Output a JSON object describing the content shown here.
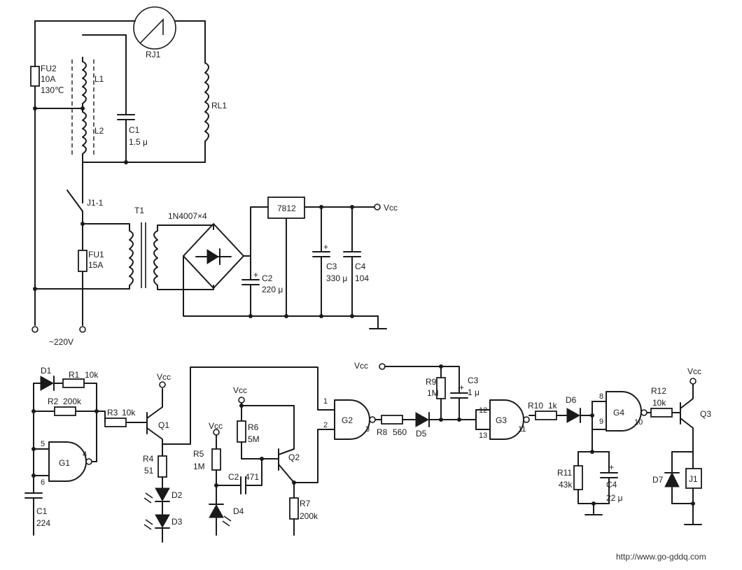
{
  "labels": {
    "RJ1": "RJ1",
    "FU2": "FU2",
    "FU2_rating": "10A",
    "FU2_temp": "130℃",
    "L1": "L1",
    "L2": "L2",
    "C1_top": "C1",
    "C1_top_val": "1.5 μ",
    "RL1": "RL1",
    "J1_1": "J1-1",
    "T1": "T1",
    "bridge": "1N4007×4",
    "reg": "7812",
    "vcc_top": "Vcc",
    "FU1": "FU1",
    "FU1_rating": "15A",
    "C2_top": "C2",
    "C2_top_val": "220 μ",
    "C3_top": "C3",
    "C3_top_val": "330 μ",
    "C4_top": "C4",
    "C4_top_val": "104",
    "mains": "~220V",
    "D1": "D1",
    "R1": "R1",
    "R1_val": "10k",
    "R2": "R2",
    "R2_val": "200k",
    "R3": "R3",
    "R3_val": "10k",
    "G1": "G1",
    "G1_pin5": "5",
    "G1_pin6": "6",
    "G1_pin4": "4",
    "C1": "C1",
    "C1_val": "224",
    "Q1": "Q1",
    "vcc_q1": "Vcc",
    "R4": "R4",
    "R4_val": "51",
    "D2": "D2",
    "D3": "D3",
    "R5": "R5",
    "R5_val": "1M",
    "vcc_r5": "Vcc",
    "D4": "D4",
    "C2": "C2",
    "C2_val": "471",
    "vcc_r6": "Vcc",
    "R6": "R6",
    "R6_val": "5M",
    "Q2": "Q2",
    "R7": "R7",
    "R7_val": "200k",
    "G2": "G2",
    "G2_pin1": "1",
    "G2_pin2": "2",
    "G2_pin3": "3",
    "R8": "R8",
    "R8_val": "560",
    "D5": "D5",
    "vcc_mid": "Vcc",
    "R9": "R9",
    "R9_val": "1M",
    "C3": "C3",
    "C3_val": "1 μ",
    "G3": "G3",
    "G3_pin12": "12",
    "G3_pin13": "13",
    "G3_pin11": "11",
    "R10": "R10",
    "R10_val": "1k",
    "D6": "D6",
    "G4": "G4",
    "G4_pin8": "8",
    "G4_pin9": "9",
    "G4_pin10": "10",
    "R11": "R11",
    "R11_val": "43k",
    "C4": "C4",
    "C4_val": "22 μ",
    "R12": "R12",
    "R12_val": "10k",
    "Q3": "Q3",
    "vcc_q3": "Vcc",
    "D7": "D7",
    "J1": "J1",
    "watermark": "http://www.go-gddq.com"
  }
}
